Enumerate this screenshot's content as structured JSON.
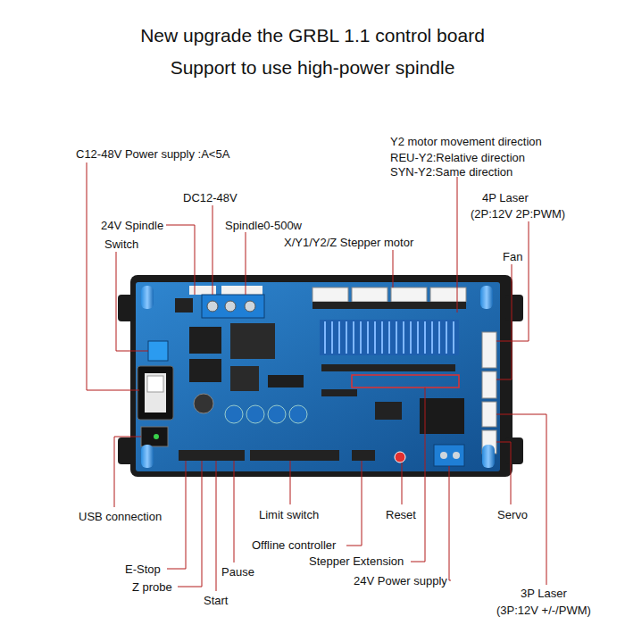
{
  "diagram": {
    "title": "New upgrade the GRBL 1.1 control board",
    "labels": [
      "Support to use high-power spindle",
      "C12-48V Power supply :A<5A",
      "DC12-48V",
      "24V Spindle",
      "Switch",
      "Spindle0-500w",
      "X/Y1/Y2/Z Stepper motor",
      "Y2 motor movement direction",
      "REU-Y2:Relative direction",
      "SYN-Y2:Same direction",
      "4P Laser",
      "(2P:12V 2P:PWM)",
      "Fan",
      "USB connection",
      "Limit switch",
      "Reset",
      "Servo",
      "Offline controller",
      "E-Stop",
      "Stepper Extension",
      "Z probe",
      "Pause",
      "24V Power supply",
      "3P Laser",
      "Start",
      "(3P:12V +/-/PWM)"
    ]
  }
}
